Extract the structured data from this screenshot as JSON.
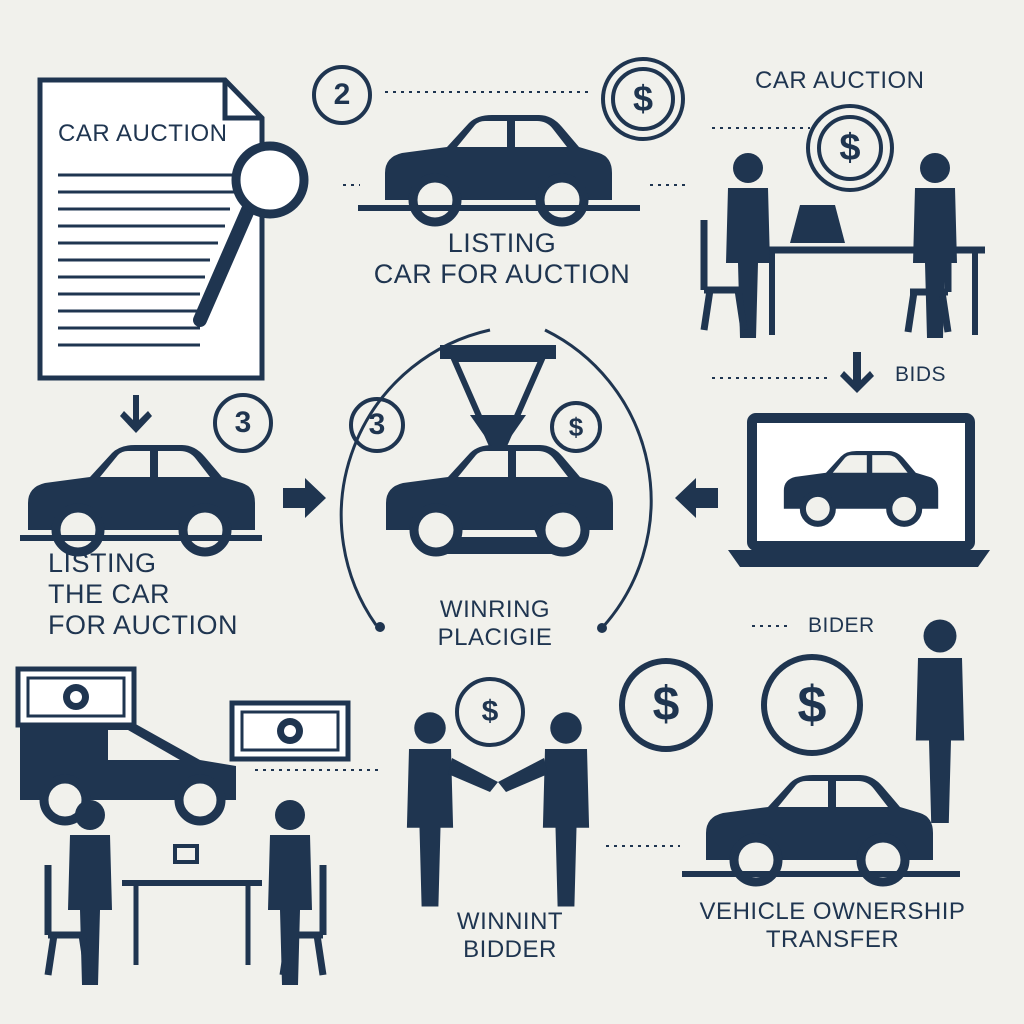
{
  "labels": {
    "doc_title": "CAR AUCTION",
    "top_right_title": "CAR AUCTION",
    "listing_center": [
      "LISTING",
      "CAR FOR AUCTION"
    ],
    "listing_left": [
      "LISTING",
      "THE CAR",
      "FOR AUCTION"
    ],
    "bids": "BIDS",
    "winning_place": [
      "WINRING",
      "PLACIGIE"
    ],
    "bidder": "BIDER",
    "winning_bidder": [
      "WINNINT",
      "BIDDER"
    ],
    "ownership_transfer": [
      "VEHICLE OWNERSHIP",
      "TRANSFER"
    ]
  },
  "badges": {
    "step_two": "2",
    "step_three_left": "3",
    "step_three_center": "3"
  },
  "currency_symbol": "$",
  "colors": {
    "ink": "#1f3550",
    "background": "#f1f1ec",
    "paper": "#ffffff"
  }
}
